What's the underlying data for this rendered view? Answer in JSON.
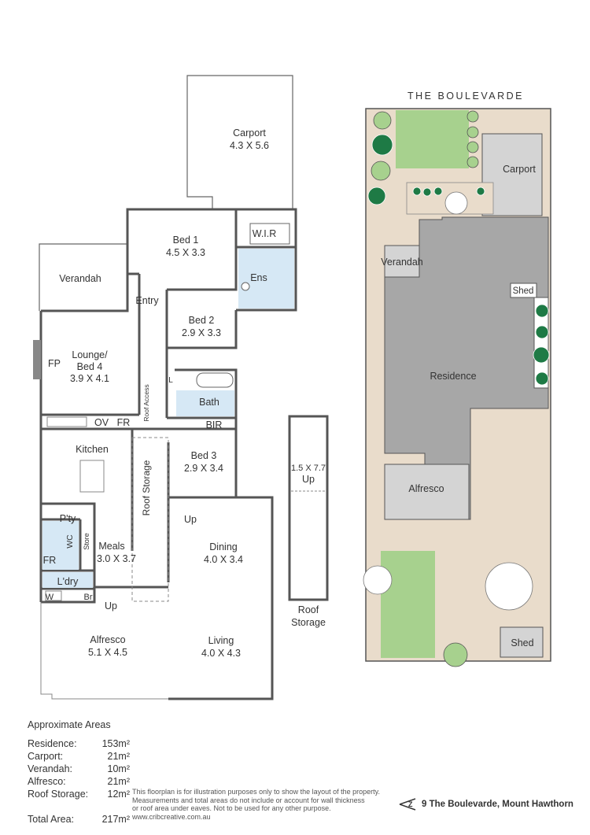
{
  "floorplan": {
    "rooms": {
      "carport": {
        "name": "Carport",
        "dims": "4.3 X 5.6"
      },
      "bed1": {
        "name": "Bed 1",
        "dims": "4.5 X 3.3"
      },
      "wir": "W.I.R",
      "ens": "Ens",
      "verandah": "Verandah",
      "entry": "Entry",
      "bed2": {
        "name": "Bed 2",
        "dims": "2.9 X 3.3"
      },
      "lounge": {
        "name": "Lounge/",
        "name2": "Bed 4",
        "dims": "3.9 X 4.1"
      },
      "fp": "FP",
      "linen": "L",
      "bath": "Bath",
      "roof_access": "Roof Access",
      "ov": "OV",
      "fr": "FR",
      "bir": "BIR",
      "kitchen": "Kitchen",
      "bed3": {
        "name": "Bed 3",
        "dims": "2.9 X 3.4"
      },
      "roof_storage": "Roof Storage",
      "pty": "P'ty",
      "wc": "WC",
      "store": "Store",
      "meals": {
        "name": "Meals",
        "dims": "3.0 X 3.7"
      },
      "up_dining": "Up",
      "dining": {
        "name": "Dining",
        "dims": "4.0 X 3.4"
      },
      "fr_laundry": "FR",
      "ldry": "L'dry",
      "w": "W",
      "br": "Br",
      "up_alfresco": "Up",
      "alfresco": {
        "name": "Alfresco",
        "dims": "5.1 X 4.5"
      },
      "living": {
        "name": "Living",
        "dims": "4.0 X 4.3"
      }
    },
    "storage": {
      "dims": "1.5 X 7.7",
      "up": "Up",
      "label1": "Roof",
      "label2": "Storage"
    }
  },
  "siteplan": {
    "street": "THE BOULEVARDE",
    "carport": "Carport",
    "verandah": "Verandah",
    "shed_top": "Shed",
    "residence": "Residence",
    "alfresco": "Alfresco",
    "shed_bottom": "Shed"
  },
  "areas": {
    "title": "Approximate Areas",
    "rows": [
      {
        "label": "Residence:",
        "value": "153m²"
      },
      {
        "label": "Carport:",
        "value": "21m²"
      },
      {
        "label": "Verandah:",
        "value": "10m²"
      },
      {
        "label": "Alfresco:",
        "value": "21m²"
      },
      {
        "label": "Roof Storage:",
        "value": "12m²"
      }
    ],
    "total": {
      "label": "Total Area:",
      "value": "217m²"
    }
  },
  "disclaimer": {
    "line1": "This floorplan is for illustration purposes only to show the layout of the property.",
    "line2": "Measurements and total areas do not include or account for wall thickness",
    "line3": "or roof area under eaves. Not to be used for any other purpose.",
    "line4": "www.cribcreative.com.au"
  },
  "address": "9 The Boulevarde, Mount Hawthorn",
  "colors": {
    "wall": "#555555",
    "grass": "#a7d18e",
    "paving": "#e9dccb",
    "building": "#a7a7a7",
    "lightbuilding": "#d4d4d4",
    "tile": "#d6e8f5",
    "tree": "#1e7a45"
  }
}
